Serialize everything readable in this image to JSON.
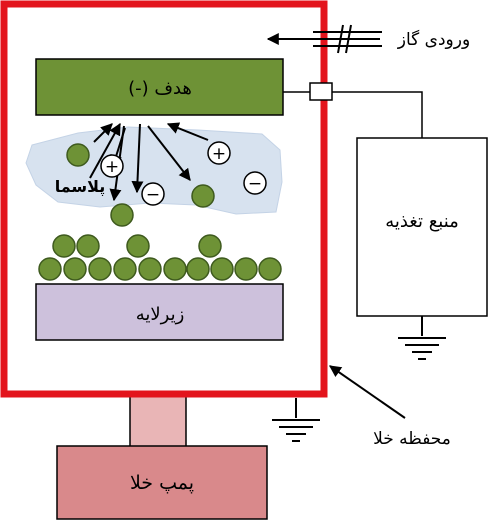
{
  "labels": {
    "target": "هدف (-)",
    "plasma": "پلاسما",
    "substrate": "زیرلایه",
    "power_supply": "منبع تغذیه",
    "gas_inlet": "ورودی گاز",
    "vacuum_chamber": "محفظه خلا",
    "vacuum_pump": "پمپ خلا"
  },
  "ion_symbols": {
    "positive": "+",
    "negative": "−"
  },
  "colors": {
    "chamber_wall": "#e3141c",
    "target_fill": "#6e9236",
    "particle_fill": "#6e9236",
    "plasma_fill": "#d7e2ef",
    "substrate_fill": "#cdc1dc",
    "power_supply_fill": "#ffffff",
    "pump_fill": "#d9898b",
    "pump_neck_fill": "#e9b5b6"
  },
  "icons": [
    "ground-icon",
    "ground-icon"
  ]
}
